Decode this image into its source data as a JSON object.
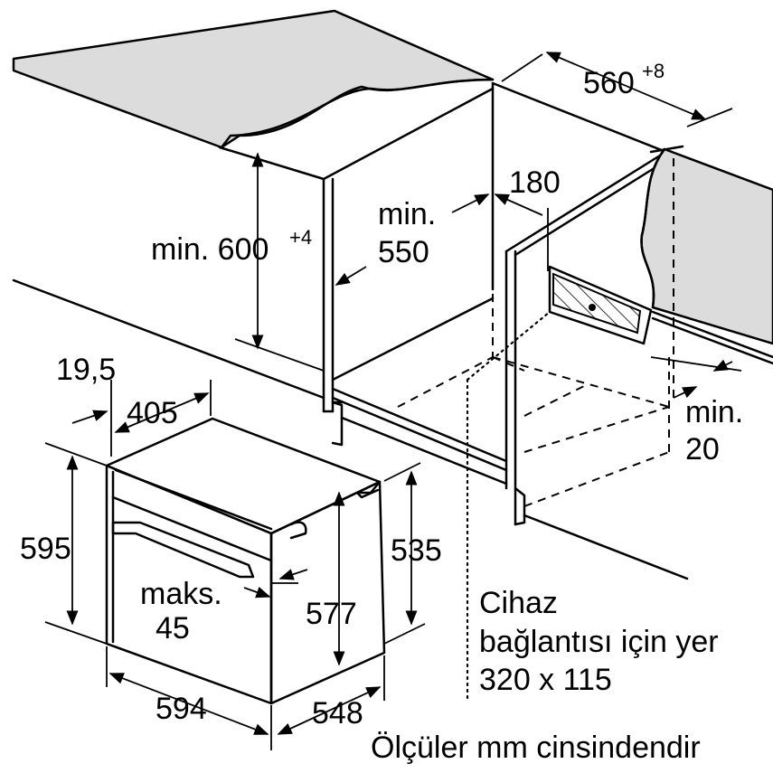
{
  "dimensions": {
    "niche_width": "560",
    "niche_width_tolerance": "+8",
    "niche_height": "min. 600",
    "niche_height_tolerance": "+4",
    "niche_depth_prefix": "min.",
    "niche_depth": "550",
    "socket_offset": "180",
    "back_gap_prefix": "min.",
    "back_gap": "20",
    "front_panel_thickness": "19,5",
    "handle_offset": "405",
    "oven_height": "595",
    "body_height": "535",
    "inner_height": "577",
    "handle_depth_prefix": "maks.",
    "handle_depth": "45",
    "oven_width": "594",
    "oven_depth": "548"
  },
  "connection_note": {
    "line1": "Cihaz",
    "line2": "bağlantısı için yer",
    "line3": "320 x 115"
  },
  "footer": "Ölçüler mm cinsindendir"
}
